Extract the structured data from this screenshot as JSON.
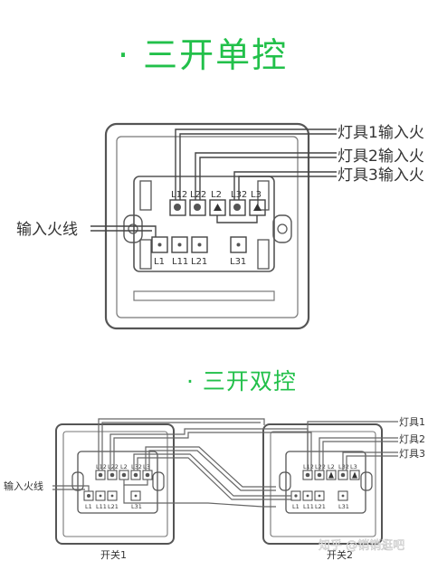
{
  "single_control": {
    "title": "· 三开单控",
    "top_terminals": [
      "L12",
      "L22",
      "L2",
      "L32",
      "L3"
    ],
    "bottom_terminals": [
      "L1",
      "L11",
      "L21",
      "L31"
    ],
    "input_label": "输入火线",
    "lamp_labels": [
      "灯具1输入火",
      "灯具2输入火",
      "灯具3输入火"
    ]
  },
  "double_control": {
    "title": "· 三开双控",
    "top_terminals": [
      "L12",
      "L22",
      "L2",
      "L32",
      "L3"
    ],
    "bottom_terminals": [
      "L1",
      "L11",
      "L21",
      "L31"
    ],
    "input_label": "输入火线",
    "lamp_labels": [
      "灯具1",
      "灯具2",
      "灯具3"
    ],
    "switch_labels": [
      "开关1",
      "开关2"
    ]
  },
  "watermark": "知乎 @销销逛吧",
  "colors": {
    "title": "#22c04a",
    "line": "#444444"
  }
}
